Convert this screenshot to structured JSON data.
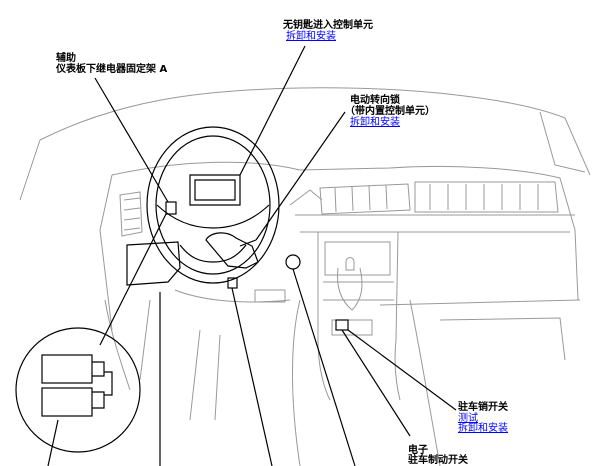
{
  "colors": {
    "line": "#000000",
    "link": "#0000ff",
    "background": "#ffffff"
  },
  "callouts": {
    "keyless_unit": {
      "label": "无钥匙进入控制单元",
      "link": "拆卸和安装"
    },
    "relay_bracket": {
      "line1": "辅助",
      "line2": "仪表板下继电器固定架 A"
    },
    "steering_lock": {
      "line1": "电动转向锁",
      "line2": "（带内置控制单元）",
      "link": "拆卸和安装"
    },
    "park_pin_switch": {
      "label": "驻车销开关",
      "link_test": "测试",
      "link_install": "拆卸和安装"
    },
    "parking_brake_switch": {
      "line1": "电子",
      "line2": "驻车制动开关"
    }
  }
}
